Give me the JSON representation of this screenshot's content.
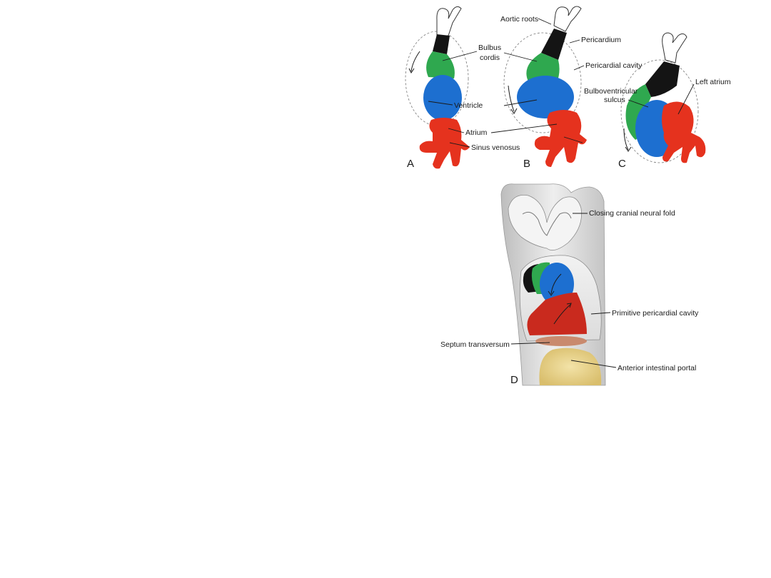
{
  "colors": {
    "bulbus_cordis": "#2fa84f",
    "ventricle": "#1d6fd0",
    "atrium": "#e5321e",
    "outflow": "#141414",
    "aortic_roots": "#ffffff",
    "septum_transversum": "#c98a6e",
    "intestinal_portal": "#e8d28c",
    "embryo_body": "#d9d9d9",
    "background": "#ffffff"
  },
  "panels": {
    "a": {
      "letter": "A",
      "labels": [
        "Bulbus",
        "cordis",
        "Ventricle",
        "Atrium",
        "Sinus venosus"
      ]
    },
    "b": {
      "letter": "B",
      "labels": [
        "Aortic roots",
        "Pericardium",
        "Pericardial cavity"
      ]
    },
    "c": {
      "letter": "C",
      "labels": [
        "Bulboventricular",
        "sulcus",
        "Left atrium"
      ]
    },
    "d": {
      "letter": "D",
      "labels": [
        "Closing cranial neural fold",
        "Primitive pericardial cavity",
        "Septum transversum",
        "Anterior intestinal portal"
      ]
    }
  }
}
